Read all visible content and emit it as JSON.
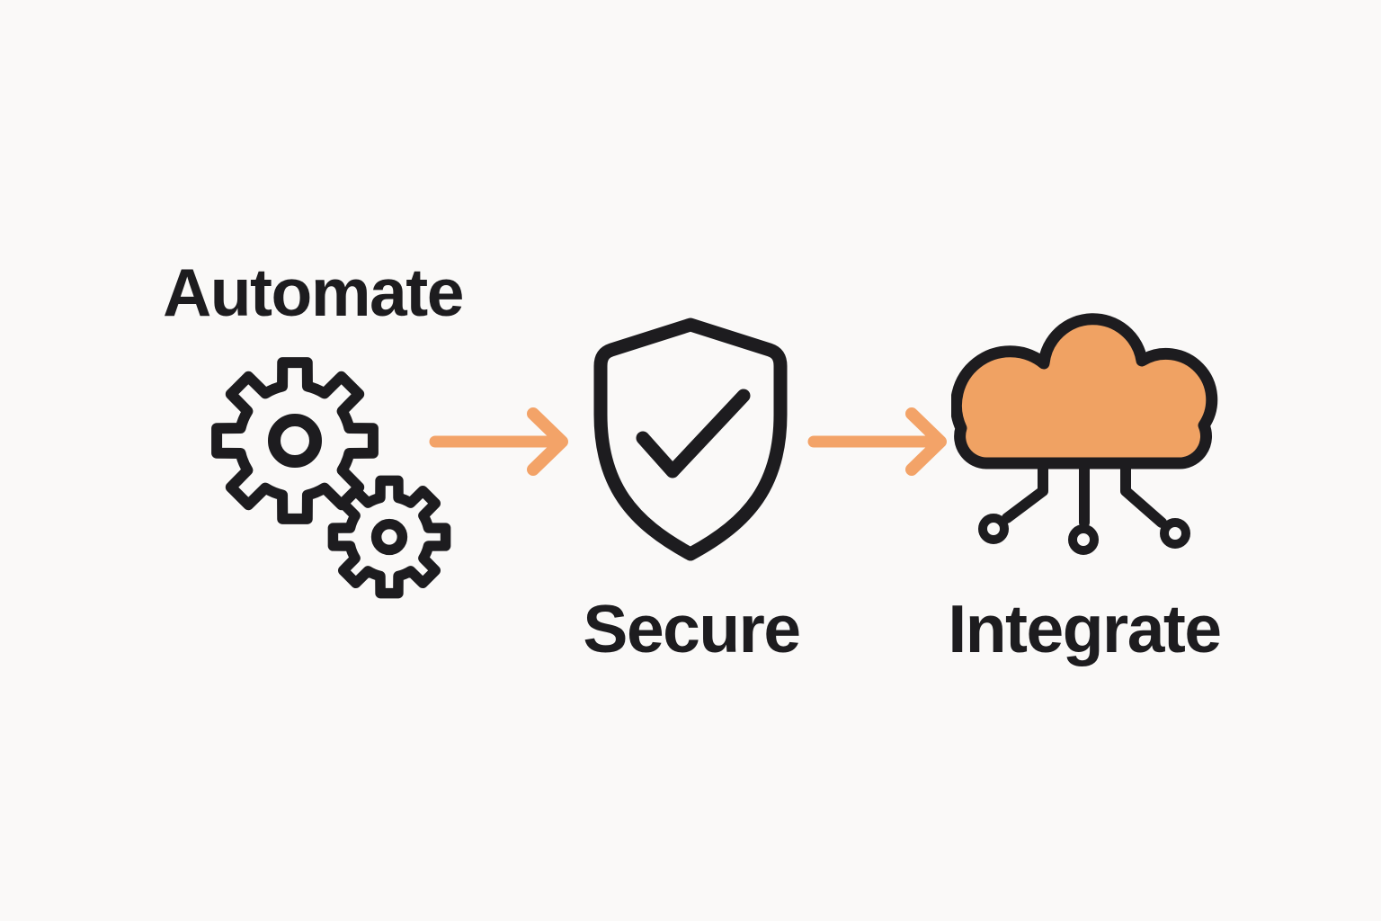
{
  "title": "Automate Secure Integrate flow diagram",
  "background_color": "#FAF9F8",
  "colors": {
    "ink": "#1D1C1F",
    "cloud_orange": "#F0A263",
    "arrow_orange": "#F3A368"
  },
  "steps": [
    {
      "label": "Automate",
      "icon": "gears-icon",
      "label_position": "above"
    },
    {
      "label": "Secure",
      "icon": "shield-check-icon",
      "label_position": "below"
    },
    {
      "label": "Integrate",
      "icon": "cloud-network-icon",
      "label_position": "below"
    }
  ],
  "connectors": [
    {
      "icon": "arrow-right-icon",
      "from": "Automate",
      "to": "Secure"
    },
    {
      "icon": "arrow-right-icon",
      "from": "Secure",
      "to": "Integrate"
    }
  ]
}
